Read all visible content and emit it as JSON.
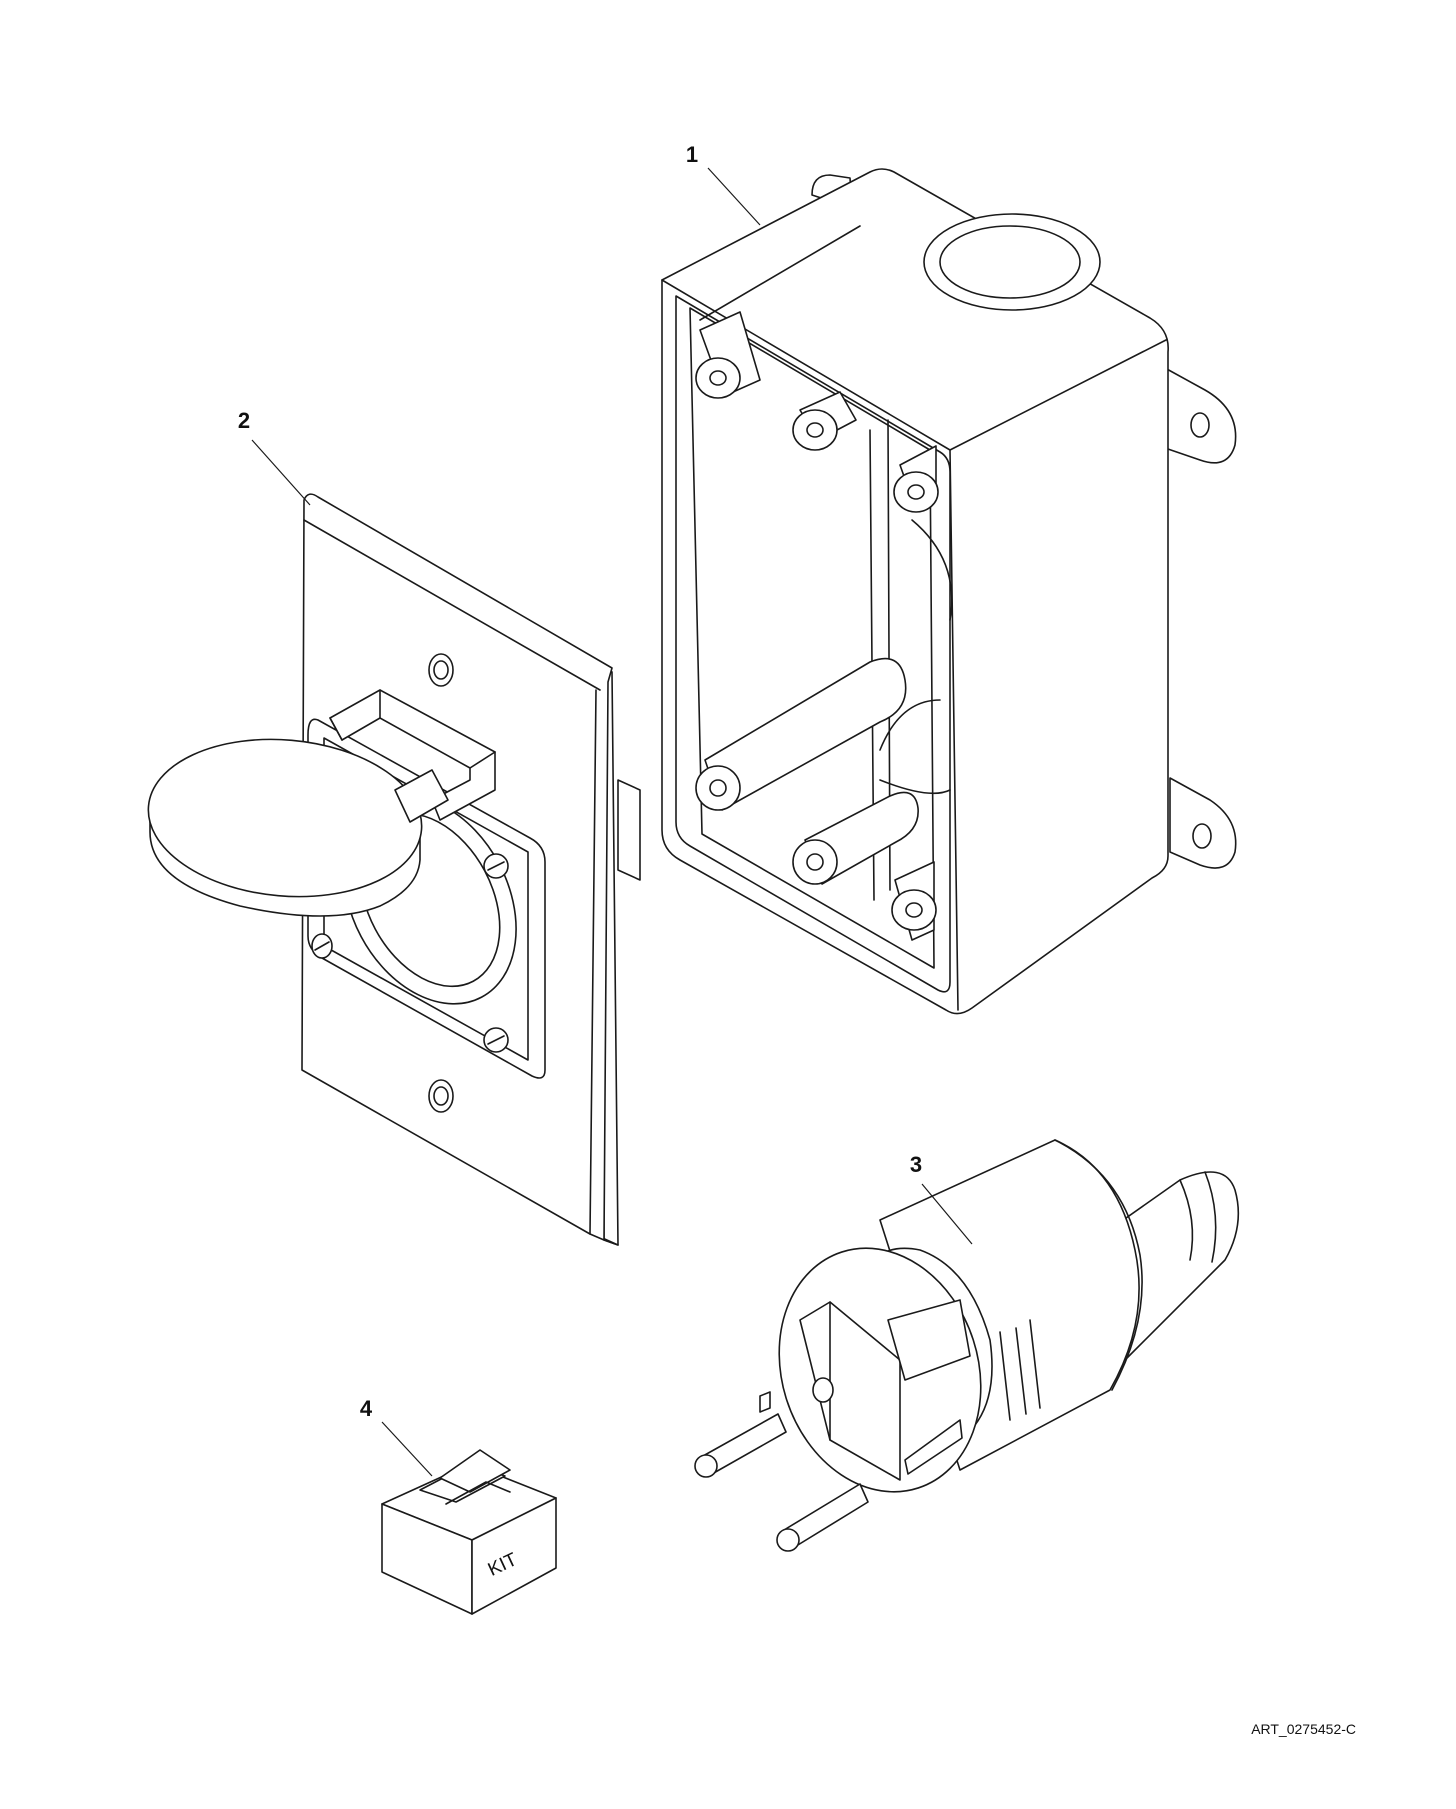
{
  "colors": {
    "line": "#1a1a1a",
    "background": "#ffffff"
  },
  "callouts": {
    "c1": "1",
    "c2": "2",
    "c3": "3",
    "c4": "4"
  },
  "kit_label": "KIT",
  "art_id": "ART_0275452-C"
}
